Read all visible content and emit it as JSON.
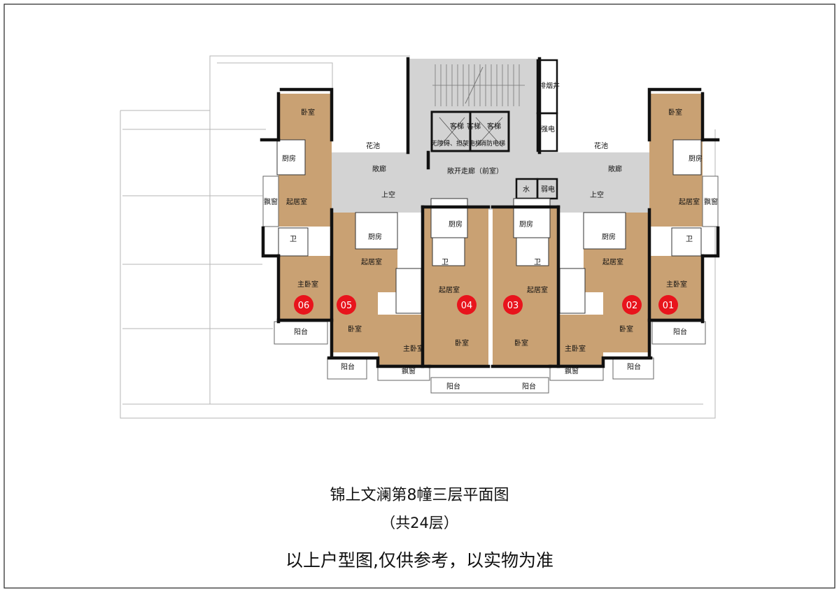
{
  "plan": {
    "colors": {
      "unit": "#c9a173",
      "common": "#d3d3d3",
      "wall": "#111111",
      "badge": "#e8141c"
    },
    "core": {
      "elevator_1": "客梯",
      "elevator_2": "客梯",
      "elevator_1_note": "无障碍、担架电梯",
      "elevator_2_note": "消防电梯",
      "smoke_shaft": "排烟井",
      "strong_power": "强电",
      "weak_power": "弱电",
      "water": "水",
      "corridor": "敞开走廊（前室）",
      "gallery_left": "敞廊",
      "gallery_right": "敞廊",
      "planter_left": "花池",
      "planter_right": "花池",
      "void_left": "上空",
      "void_right": "上空"
    },
    "units": [
      {
        "badge": "01",
        "rooms": {
          "bedroom": "卧室",
          "kitchen": "厨房",
          "living": "起居室",
          "bay": "飘窗",
          "bath": "卫",
          "master": "主卧室",
          "balcony": "阳台"
        }
      },
      {
        "badge": "02",
        "rooms": {
          "kitchen": "厨房",
          "living": "起居室",
          "bedroom": "卧室",
          "master": "主卧室",
          "bay": "飘窗",
          "balcony": "阳台"
        }
      },
      {
        "badge": "03",
        "rooms": {
          "kitchen": "厨房",
          "bath": "卫",
          "living": "起居室",
          "bedroom": "卧室",
          "balcony": "阳台"
        }
      },
      {
        "badge": "04",
        "rooms": {
          "kitchen": "厨房",
          "bath": "卫",
          "living": "起居室",
          "bedroom": "卧室",
          "balcony": "阳台"
        }
      },
      {
        "badge": "05",
        "rooms": {
          "kitchen": "厨房",
          "living": "起居室",
          "bedroom": "卧室",
          "master": "主卧室",
          "bay": "飘窗",
          "balcony": "阳台"
        }
      },
      {
        "badge": "06",
        "rooms": {
          "bedroom": "卧室",
          "kitchen": "厨房",
          "living": "起居室",
          "bay": "飘窗",
          "bath": "卫",
          "master": "主卧室",
          "balcony": "阳台"
        }
      }
    ]
  },
  "captions": {
    "title": "锦上文澜第8幢三层平面图",
    "subtitle": "（共24层）",
    "disclaimer": "以上户型图,仅供参考，以实物为准"
  }
}
